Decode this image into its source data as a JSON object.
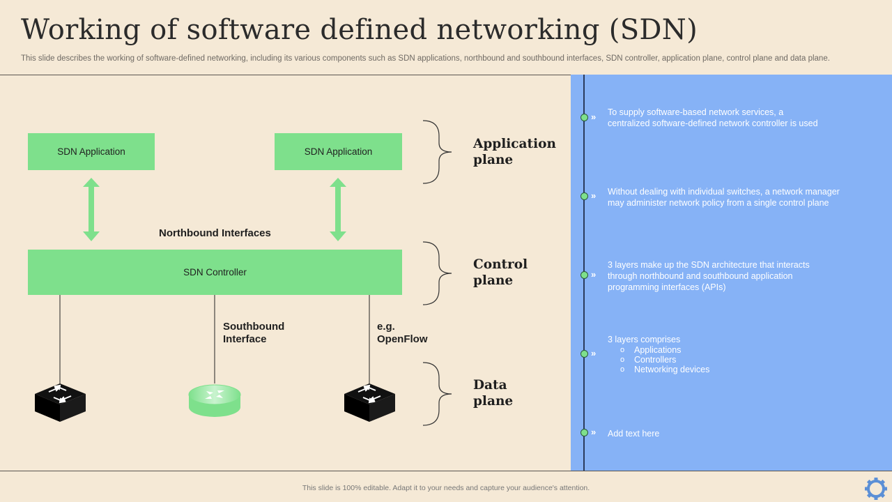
{
  "header": {
    "title": "Working of software defined networking (SDN)",
    "subtitle": "This slide describes the working of software-defined networking, including its various components such as SDN applications, northbound and southbound interfaces, SDN controller, application plane, control plane and data plane."
  },
  "diagram": {
    "app_left": "SDN Application",
    "app_right": "SDN Application",
    "northbound": "Northbound Interfaces",
    "controller": "SDN Controller",
    "southbound_l1": "Southbound",
    "southbound_l2": "Interface",
    "openflow_l1": "e.g.",
    "openflow_l2": "OpenFlow",
    "devices": [
      "switch-icon",
      "router-icon",
      "switch-icon"
    ]
  },
  "planes": {
    "application": [
      "Application",
      "plane"
    ],
    "control": [
      "Control",
      "plane"
    ],
    "data": [
      "Data",
      "plane"
    ]
  },
  "panel": {
    "items": [
      {
        "lines": [
          "To supply software-based network services, a",
          "centralized software-defined network controller is used"
        ]
      },
      {
        "lines": [
          "Without dealing with individual switches, a network manager",
          "may administer network policy from a single control plane"
        ]
      },
      {
        "lines": [
          "3 layers make up the SDN architecture that interacts",
          "through northbound and southbound application",
          "programming interfaces (APIs)"
        ]
      },
      {
        "lines": [
          "3 layers comprises"
        ],
        "sub": [
          "Applications",
          "Controllers",
          "Networking devices"
        ]
      },
      {
        "lines": [
          "Add text here"
        ]
      }
    ]
  },
  "footer": {
    "text": "This slide is 100% editable. Adapt it to your needs and capture your audience's attention.",
    "icon": "gear-icon"
  },
  "colors": {
    "background": "#f5e9d6",
    "box_green": "#7ee08c",
    "panel_blue": "#86b2f6"
  }
}
